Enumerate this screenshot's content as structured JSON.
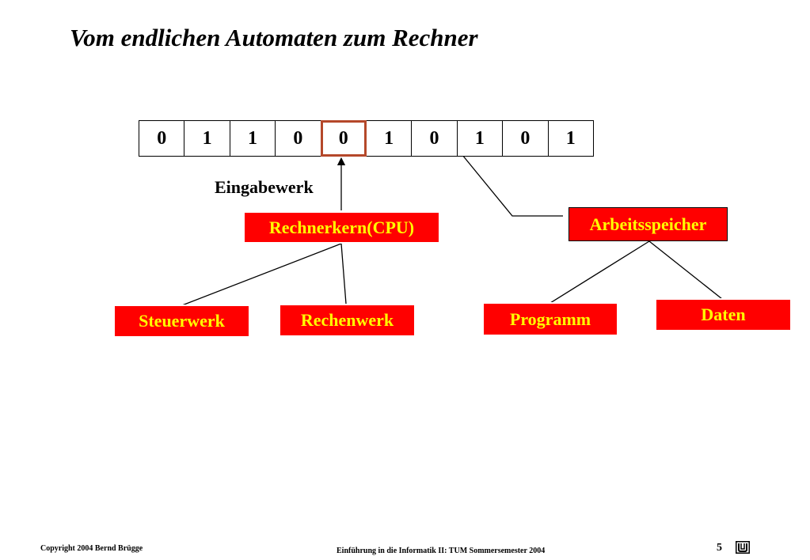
{
  "title": "Vom endlichen Automaten zum Rechner",
  "tape": {
    "cells": [
      "0",
      "1",
      "1",
      "0",
      "0",
      "1",
      "0",
      "1",
      "0",
      "1"
    ],
    "head_index": 4
  },
  "labels": {
    "input_unit": "Eingabewerk"
  },
  "boxes": {
    "cpu": "Rechnerkern(CPU)",
    "memory": "Arbeitsspeicher",
    "control_unit": "Steuerwerk",
    "alu": "Rechenwerk",
    "program": "Programm",
    "data": "Daten"
  },
  "footer": {
    "copyright": "Copyright  2004  Bernd Brügge",
    "course": "Einführung in die Informatik II:  TUM Sommersemester 2004",
    "page": "5"
  },
  "colors": {
    "box_fill": "#ff0000",
    "box_text": "#ffff00",
    "head_border": "#b5482a",
    "line": "#000000"
  },
  "icons": {
    "logo": "tum-logo-icon"
  }
}
